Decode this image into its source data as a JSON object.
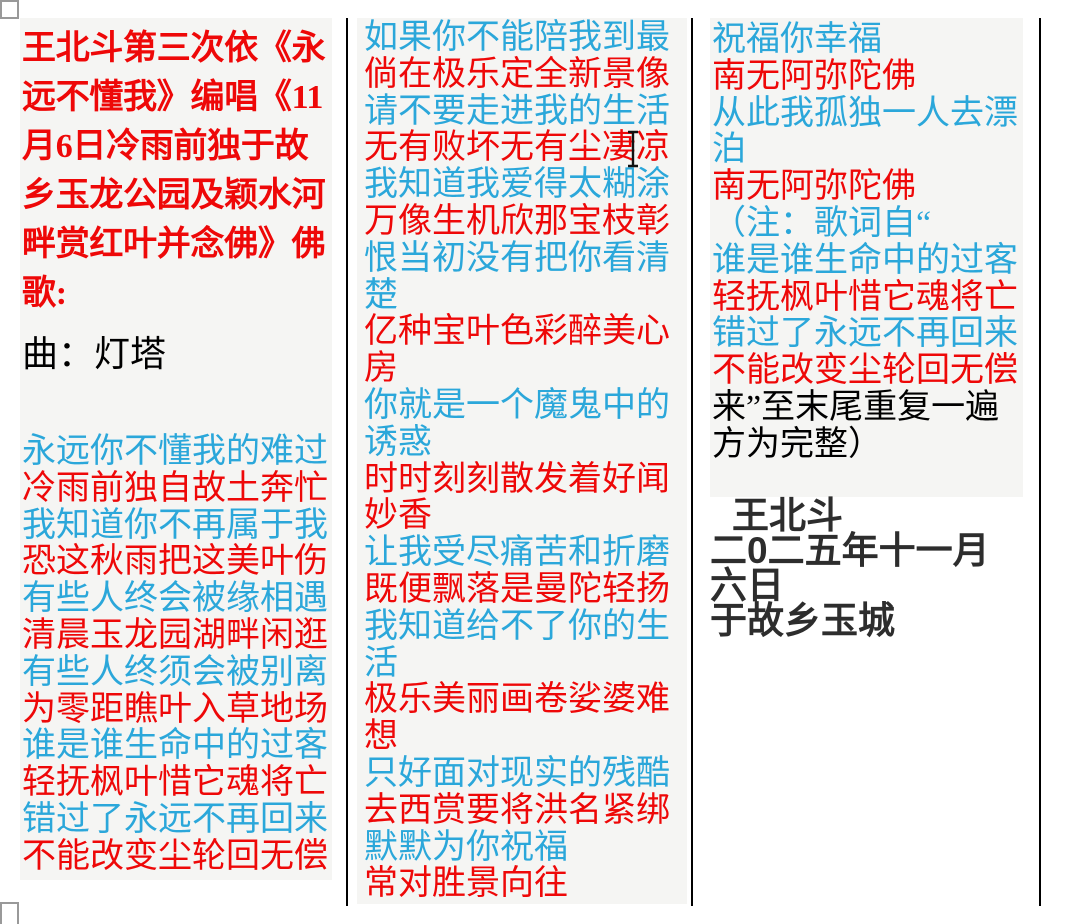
{
  "colors": {
    "red": "#ee0808",
    "blue": "#2ba7da",
    "black": "#000000",
    "signature": "#2d2d2d",
    "highlight_bg": "#f5f5f3",
    "separator": "#000000",
    "page_bg": "#ffffff",
    "handle_border": "#999999"
  },
  "column1": {
    "title": "王北斗第三次依《永远不懂我》编唱《11月6日冷雨前独于故乡玉龙公园及颖水河畔赏红叶并念佛》佛歌:",
    "composer": "曲：灯塔",
    "lyrics": [
      {
        "text": "永远你不懂我的难过",
        "color": "blue"
      },
      {
        "text": "冷雨前独自故土奔忙",
        "color": "red"
      },
      {
        "text": "我知道你不再属于我",
        "color": "blue"
      },
      {
        "text": "恐这秋雨把这美叶伤",
        "color": "red"
      },
      {
        "text": "有些人终会被缘相遇",
        "color": "blue"
      },
      {
        "text": "清晨玉龙园湖畔闲逛",
        "color": "red"
      },
      {
        "text": "有些人终须会被别离",
        "color": "blue"
      },
      {
        "text": "为零距瞧叶入草地场",
        "color": "red"
      },
      {
        "text": "谁是谁生命中的过客",
        "color": "blue"
      },
      {
        "text": "轻抚枫叶惜它魂将亡",
        "color": "red"
      },
      {
        "text": "错过了永远不再回来",
        "color": "blue"
      },
      {
        "text": "不能改变尘轮回无偿",
        "color": "red"
      }
    ]
  },
  "column2": {
    "lyrics": [
      {
        "text": "如果你不能陪我到最",
        "color": "blue"
      },
      {
        "text": "倘在极乐定全新景像",
        "color": "red"
      },
      {
        "text": "请不要走进我的生活",
        "color": "blue"
      },
      {
        "text": "无有败坏无有尘凄凉",
        "color": "red"
      },
      {
        "text": "我知道我爱得太糊涂",
        "color": "blue"
      },
      {
        "text": "万像生机欣那宝枝彰",
        "color": "red"
      },
      {
        "text": "恨当初没有把你看清楚",
        "color": "blue"
      },
      {
        "text": "亿种宝叶色彩醉美心房",
        "color": "red"
      },
      {
        "text": "你就是一个魔鬼中的诱惑",
        "color": "blue"
      },
      {
        "text": "时时刻刻散发着好闻妙香",
        "color": "red"
      },
      {
        "text": "让我受尽痛苦和折磨",
        "color": "blue"
      },
      {
        "text": "既便飘落是曼陀轻扬",
        "color": "red"
      },
      {
        "text": "我知道给不了你的生活",
        "color": "blue"
      },
      {
        "text": "极乐美丽画卷娑婆难想",
        "color": "red"
      },
      {
        "text": "只好面对现实的残酷",
        "color": "blue"
      },
      {
        "text": "去西赏要将洪名紧绑",
        "color": "red"
      },
      {
        "text": "默默为你祝福",
        "color": "blue"
      },
      {
        "text": "常对胜景向往",
        "color": "red"
      }
    ]
  },
  "column3": {
    "lines": [
      {
        "text": "祝福你幸福",
        "color": "blue"
      },
      {
        "text": "南无阿弥陀佛",
        "color": "red"
      },
      {
        "text": "从此我孤独一人去漂泊",
        "color": "blue"
      },
      {
        "text": "南无阿弥陀佛",
        "color": "red"
      },
      {
        "text": "（注：歌词自“",
        "color": "blue"
      },
      {
        "text": "谁是谁生命中的过客",
        "color": "blue"
      },
      {
        "text": "轻抚枫叶惜它魂将亡",
        "color": "red"
      },
      {
        "text": "错过了永远不再回来",
        "color": "blue"
      },
      {
        "text": "不能改变尘轮回无偿",
        "color": "red"
      },
      {
        "text": "来”至末尾重复一遍方为完整）",
        "color": "black"
      }
    ],
    "signature_lines": [
      "王北斗",
      "二0二五年十一月六日",
      "于故乡玉城"
    ]
  }
}
